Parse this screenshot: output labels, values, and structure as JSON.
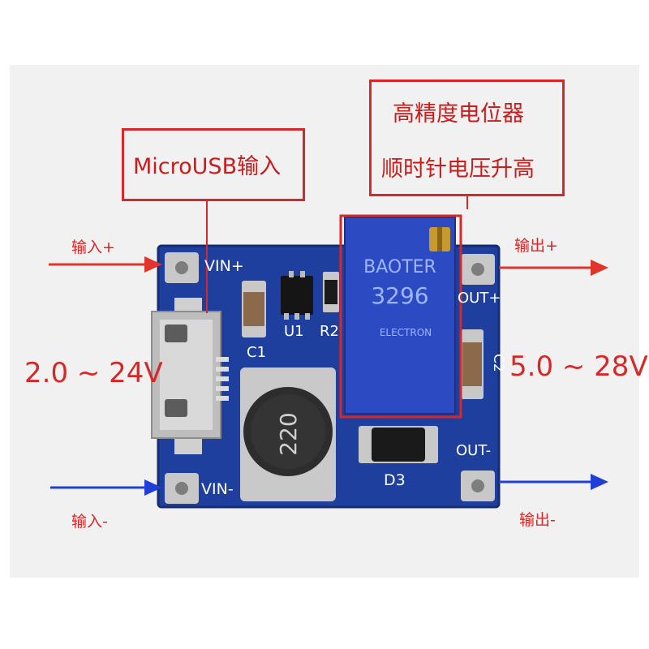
{
  "callouts": {
    "usb": "MicroUSB输入",
    "pot_line1": "高精度电位器",
    "pot_line2": "顺时针电压升高"
  },
  "labels": {
    "in_plus": "输入+",
    "in_minus": "输入-",
    "out_plus": "输出+",
    "out_minus": "输出-",
    "input_range": "2.0 ~ 24V",
    "output_range": "5.0 ~ 28V"
  },
  "board": {
    "vin_plus": "VIN+",
    "vin_minus": "VIN-",
    "out_plus": "OUT+",
    "out_minus": "OUT-",
    "c1": "C1",
    "c2": "C2",
    "u1": "U1",
    "r2": "R2",
    "d3": "D3",
    "inductor": "220",
    "pot_brand": "BAOTER",
    "pot_model": "3296",
    "pot_maker": "ELECTRON"
  },
  "colors": {
    "callout_red": "#d62828",
    "arrow_blue": "#1f3fd6",
    "pcb_blue": "#1f3f9e",
    "pot_blue": "#2c4bc2"
  }
}
